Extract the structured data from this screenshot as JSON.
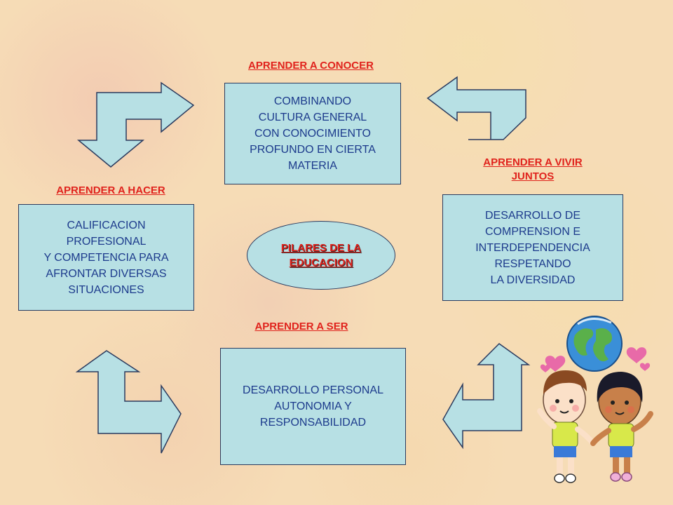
{
  "center": {
    "title": "PILARES DE LA\nEDUCACION"
  },
  "pillars": {
    "conocer": {
      "heading": "APRENDER A CONOCER",
      "text": "COMBINANDO\nCULTURA GENERAL\nCON CONOCIMIENTO\nPROFUNDO EN CIERTA\nMATERIA"
    },
    "vivir": {
      "heading": "APRENDER A VIVIR\nJUNTOS",
      "text": "DESARROLLO DE\nCOMPRENSION E\nINTERDEPENDENCIA\nRESPETANDO\nLA DIVERSIDAD"
    },
    "hacer": {
      "heading": "APRENDER A HACER",
      "text": "CALIFICACION\nPROFESIONAL\nY COMPETENCIA PARA\nAFRONTAR DIVERSAS\nSITUACIONES"
    },
    "ser": {
      "heading": "APRENDER A SER",
      "text": "DESARROLLO PERSONAL\nAUTONOMIA Y\nRESPONSABILIDAD"
    }
  },
  "colors": {
    "heading": "#e0221c",
    "box_fill": "#b7e0e4",
    "box_text": "#1c3a8c",
    "arrow_fill": "#b7e0e4",
    "border": "#2a3a5e"
  },
  "icons": [
    "bent-arrow-icon",
    "globe-icon",
    "heart-icon",
    "children-illustration"
  ]
}
